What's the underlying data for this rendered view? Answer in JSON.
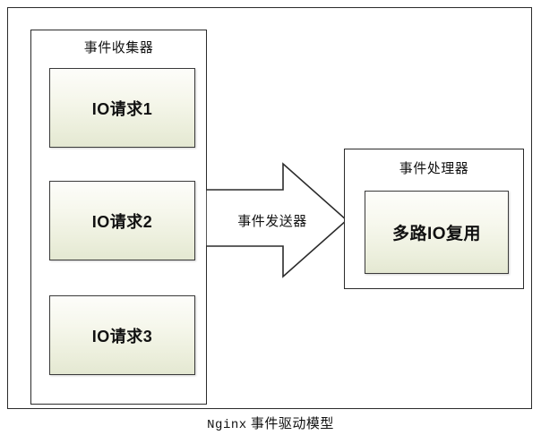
{
  "diagram": {
    "background_color": "#ffffff",
    "border_color": "#2b2b2b",
    "box_gradient_top": "#fdfdfa",
    "box_gradient_bottom": "#e4e8d2",
    "collector": {
      "title": "事件收集器",
      "items": [
        {
          "label": "IO请求1"
        },
        {
          "label": "IO请求2"
        },
        {
          "label": "IO请求3"
        }
      ]
    },
    "connector": {
      "label": "事件发送器",
      "direction": "right"
    },
    "handler": {
      "title": "事件处理器",
      "box_label": "多路IO复用"
    },
    "caption": {
      "prefix": "Nginx",
      "text": "事件驱动模型"
    }
  }
}
